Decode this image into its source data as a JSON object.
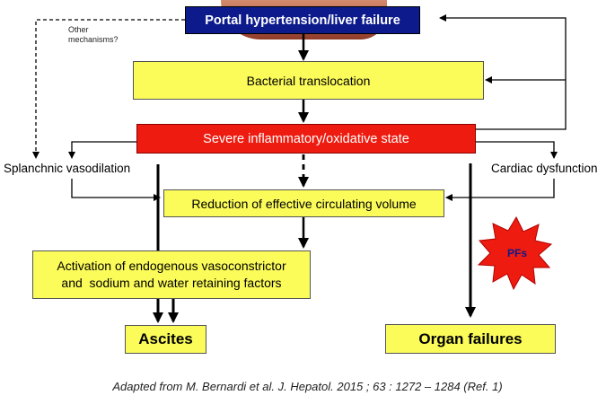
{
  "nodes": {
    "portal_hypertension": "Portal hypertension/liver failure",
    "other_mechanisms_line1": "Other",
    "other_mechanisms_line2": "mechanisms?",
    "bacterial_translocation": "Bacterial translocation",
    "inflammatory_state": "Severe inflammatory/oxidative state",
    "splanchnic_vasodilation": "Splanchnic vasodilation",
    "cardiac_dysfunction": "Cardiac dysfunction",
    "reduction_volume": "Reduction of effective circulating volume",
    "activation_line1": "Activation of endogenous vasoconstrictor",
    "activation_line2": "and  sodium and water retaining factors",
    "pfs": "PFs",
    "ascites": "Ascites",
    "organ_failures": "Organ failures"
  },
  "citation": "Adapted from M. Bernardi et al. J. Hepatol. 2015 ; 63 : 1272 – 1284 (Ref. 1)",
  "colors": {
    "blue_box": "#0c1a8c",
    "yellow_box": "#fbfb5a",
    "red_box": "#ee1c10",
    "burst": "#ee1c10"
  }
}
